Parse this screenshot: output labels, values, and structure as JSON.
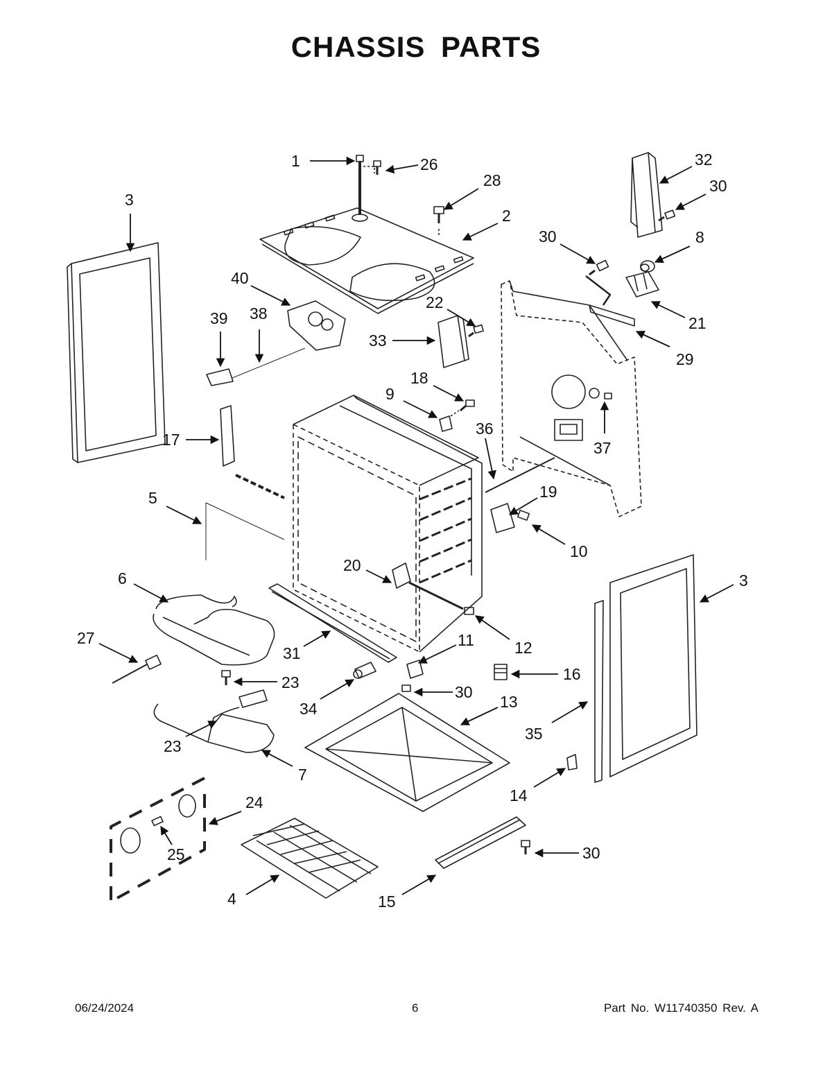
{
  "title": "CHASSIS PARTS",
  "footer": {
    "date": "06/24/2024",
    "page": "6",
    "part": "Part No.  W11740350  Rev.  A"
  },
  "callouts": [
    {
      "id": "c1",
      "label": "1"
    },
    {
      "id": "c26",
      "label": "26"
    },
    {
      "id": "c28",
      "label": "28"
    },
    {
      "id": "c2",
      "label": "2"
    },
    {
      "id": "c32",
      "label": "32"
    },
    {
      "id": "c30a",
      "label": "30"
    },
    {
      "id": "c30b",
      "label": "30"
    },
    {
      "id": "c8",
      "label": "8"
    },
    {
      "id": "c21",
      "label": "21"
    },
    {
      "id": "c29",
      "label": "29"
    },
    {
      "id": "c3a",
      "label": "3"
    },
    {
      "id": "c40",
      "label": "40"
    },
    {
      "id": "c39",
      "label": "39"
    },
    {
      "id": "c38",
      "label": "38"
    },
    {
      "id": "c22",
      "label": "22"
    },
    {
      "id": "c33",
      "label": "33"
    },
    {
      "id": "c18",
      "label": "18"
    },
    {
      "id": "c9",
      "label": "9"
    },
    {
      "id": "c36",
      "label": "36"
    },
    {
      "id": "c37",
      "label": "37"
    },
    {
      "id": "c17",
      "label": "17"
    },
    {
      "id": "c5",
      "label": "5"
    },
    {
      "id": "c19",
      "label": "19"
    },
    {
      "id": "c10",
      "label": "10"
    },
    {
      "id": "c20",
      "label": "20"
    },
    {
      "id": "c6",
      "label": "6"
    },
    {
      "id": "c3b",
      "label": "3"
    },
    {
      "id": "c12",
      "label": "12"
    },
    {
      "id": "c27",
      "label": "27"
    },
    {
      "id": "c31",
      "label": "31"
    },
    {
      "id": "c11",
      "label": "11"
    },
    {
      "id": "c16",
      "label": "16"
    },
    {
      "id": "c23a",
      "label": "23"
    },
    {
      "id": "c30c",
      "label": "30"
    },
    {
      "id": "c34",
      "label": "34"
    },
    {
      "id": "c13",
      "label": "13"
    },
    {
      "id": "c35",
      "label": "35"
    },
    {
      "id": "c23b",
      "label": "23"
    },
    {
      "id": "c7",
      "label": "7"
    },
    {
      "id": "c14",
      "label": "14"
    },
    {
      "id": "c24",
      "label": "24"
    },
    {
      "id": "c25",
      "label": "25"
    },
    {
      "id": "c30d",
      "label": "30"
    },
    {
      "id": "c4",
      "label": "4"
    },
    {
      "id": "c15",
      "label": "15"
    }
  ]
}
